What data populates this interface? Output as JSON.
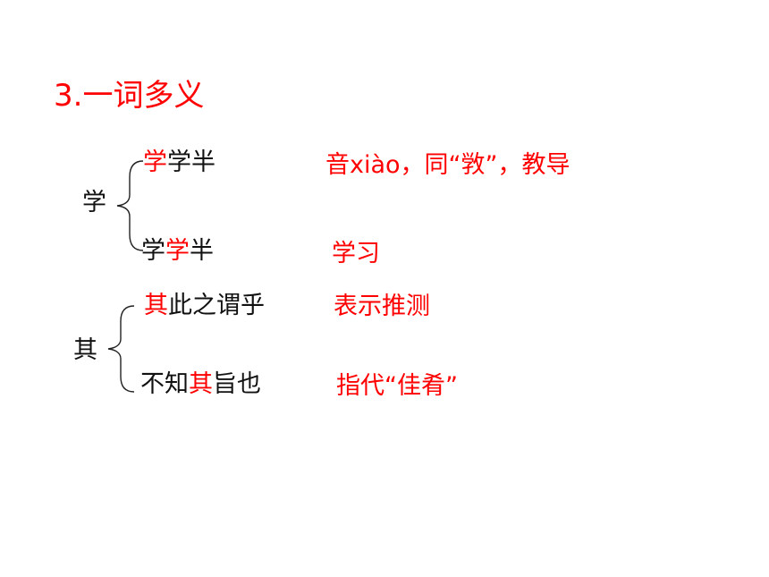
{
  "title": "3.一词多义",
  "colors": {
    "accent": "#ff0000",
    "text": "#111111"
  },
  "groups": [
    {
      "head": "学",
      "items": [
        {
          "phrase": [
            {
              "text": "学",
              "highlight": true
            },
            {
              "text": "学半",
              "highlight": false
            }
          ],
          "meaning": "音xiào，同“敩”，教导"
        },
        {
          "phrase": [
            {
              "text": "学",
              "highlight": false
            },
            {
              "text": "学",
              "highlight": true
            },
            {
              "text": "半",
              "highlight": false
            }
          ],
          "meaning": "学习"
        }
      ]
    },
    {
      "head": "其",
      "items": [
        {
          "phrase": [
            {
              "text": "其",
              "highlight": true
            },
            {
              "text": "此之谓乎",
              "highlight": false
            }
          ],
          "meaning": "表示推测"
        },
        {
          "phrase": [
            {
              "text": "不知",
              "highlight": false
            },
            {
              "text": "其",
              "highlight": true
            },
            {
              "text": "旨也",
              "highlight": false
            }
          ],
          "meaning": "指代“佳肴”"
        }
      ]
    }
  ]
}
